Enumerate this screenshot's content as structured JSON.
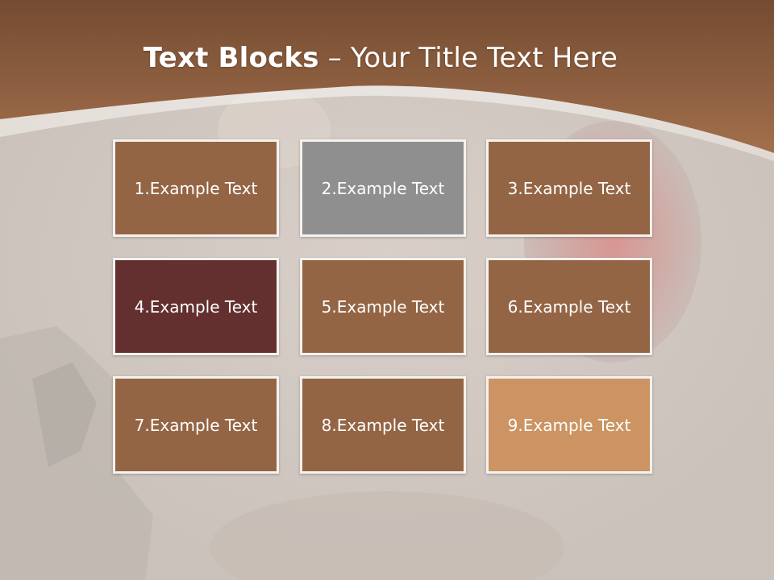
{
  "slide": {
    "title_bold": "Text Blocks",
    "title_dash": " – ",
    "title_rest": "Your Title Text Here"
  },
  "colors": {
    "header": "#8a5c3e",
    "brown": "#946544",
    "gray": "#8f8f8f",
    "maroon": "#632f2f",
    "tan": "#cc9462",
    "block_border": "#f4f1ee"
  },
  "blocks": [
    {
      "label": "1.Example Text",
      "color": "#946544"
    },
    {
      "label": "2.Example Text",
      "color": "#8f8f8f"
    },
    {
      "label": "3.Example Text",
      "color": "#946544"
    },
    {
      "label": "4.Example Text",
      "color": "#632f2f"
    },
    {
      "label": "5.Example Text",
      "color": "#946544"
    },
    {
      "label": "6.Example Text",
      "color": "#946544"
    },
    {
      "label": "7.Example Text",
      "color": "#946544"
    },
    {
      "label": "8.Example Text",
      "color": "#946544"
    },
    {
      "label": "9.Example Text",
      "color": "#cc9462"
    }
  ]
}
